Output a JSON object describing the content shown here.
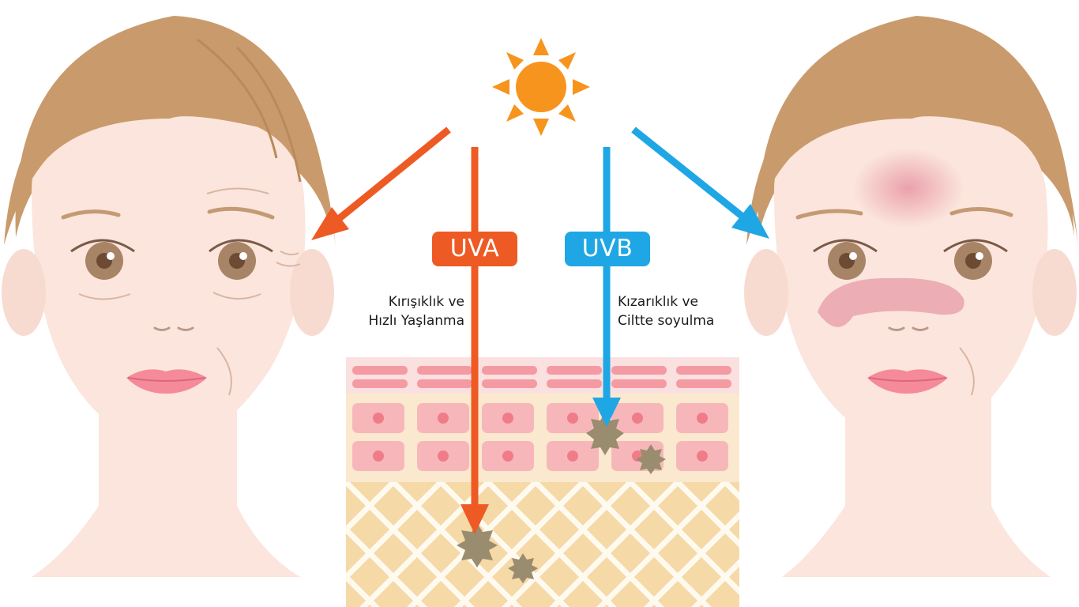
{
  "uva": {
    "label": "UVA",
    "effect_line1": "Kırışıklık ve",
    "effect_line2": "Hızlı Yaşlanma",
    "color": "#ee5a24"
  },
  "uvb": {
    "label": "UVB",
    "effect_line1": "Kızarıklık ve",
    "effect_line2": "Ciltte soyulma",
    "color": "#1ea7e4"
  },
  "colors": {
    "sun": "#f7941d",
    "skin": "#fbe5dc",
    "hair": "#c99b6c",
    "dermis": "#f5d9a7",
    "cells": "#f7b7ba",
    "damage": "#9a8c6e",
    "redness": "#e9a3ae"
  }
}
